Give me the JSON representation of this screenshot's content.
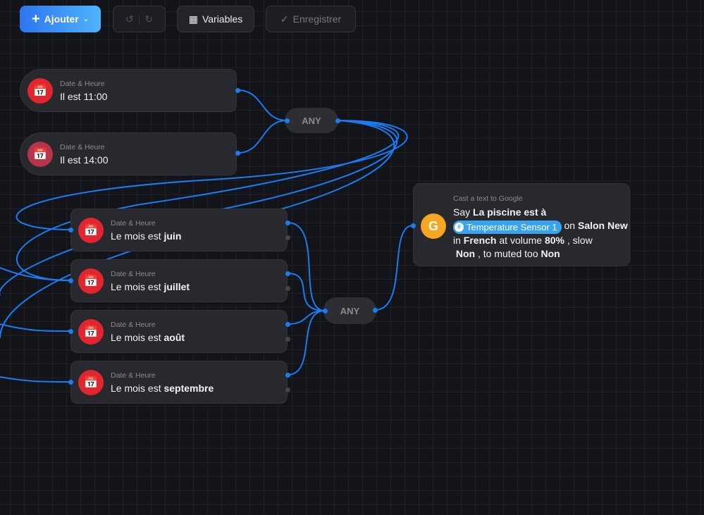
{
  "toolbar": {
    "add_label": "Ajouter",
    "variables_label": "Variables",
    "save_label": "Enregistrer"
  },
  "triggers": [
    {
      "category": "Date & Heure",
      "text": "Il est 11:00",
      "bold": ""
    },
    {
      "category": "Date & Heure",
      "text": "Il est 14:00",
      "bold": ""
    },
    {
      "category": "Date & Heure",
      "text": "Le mois est ",
      "bold": "juin"
    },
    {
      "category": "Date & Heure",
      "text": "Le mois est ",
      "bold": "juillet"
    },
    {
      "category": "Date & Heure",
      "text": "Le mois est ",
      "bold": "août"
    },
    {
      "category": "Date & Heure",
      "text": "Le mois est ",
      "bold": "septembre"
    }
  ],
  "gates": [
    {
      "label": "ANY"
    },
    {
      "label": "ANY"
    }
  ],
  "action": {
    "category": "Cast a text to Google",
    "say": "Say",
    "message": "La piscine est à",
    "variable": "Temperature Sensor 1",
    "on": "on",
    "device": "Salon New",
    "in": "in",
    "language": "French",
    "at_volume": "at volume",
    "volume": "80%",
    "slow_label": ", slow",
    "slow": "Non",
    "muted_label": ", to muted too",
    "muted": "Non",
    "icon_letter": "G"
  },
  "colors": {
    "accent": "#1a7cf0",
    "trigger": "#e0262f",
    "google": "#f5a623"
  }
}
